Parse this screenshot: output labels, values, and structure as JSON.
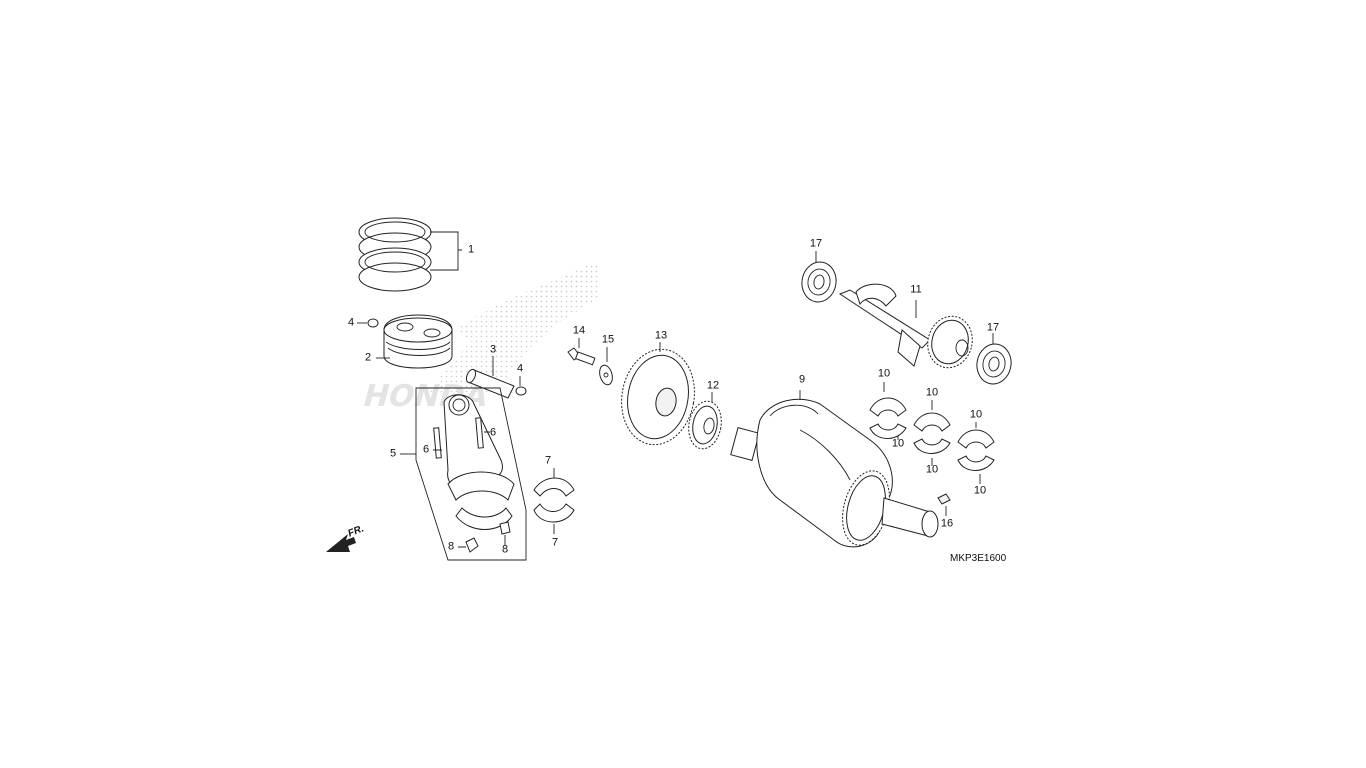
{
  "diagram": {
    "code": "MKP3E1600",
    "front_marker": "FR.",
    "callouts": [
      "1",
      "2",
      "3",
      "4",
      "4",
      "5",
      "6",
      "6",
      "7",
      "7",
      "8",
      "8",
      "9",
      "10",
      "10",
      "10",
      "10",
      "10",
      "10",
      "11",
      "12",
      "13",
      "14",
      "15",
      "16",
      "17",
      "17"
    ]
  }
}
